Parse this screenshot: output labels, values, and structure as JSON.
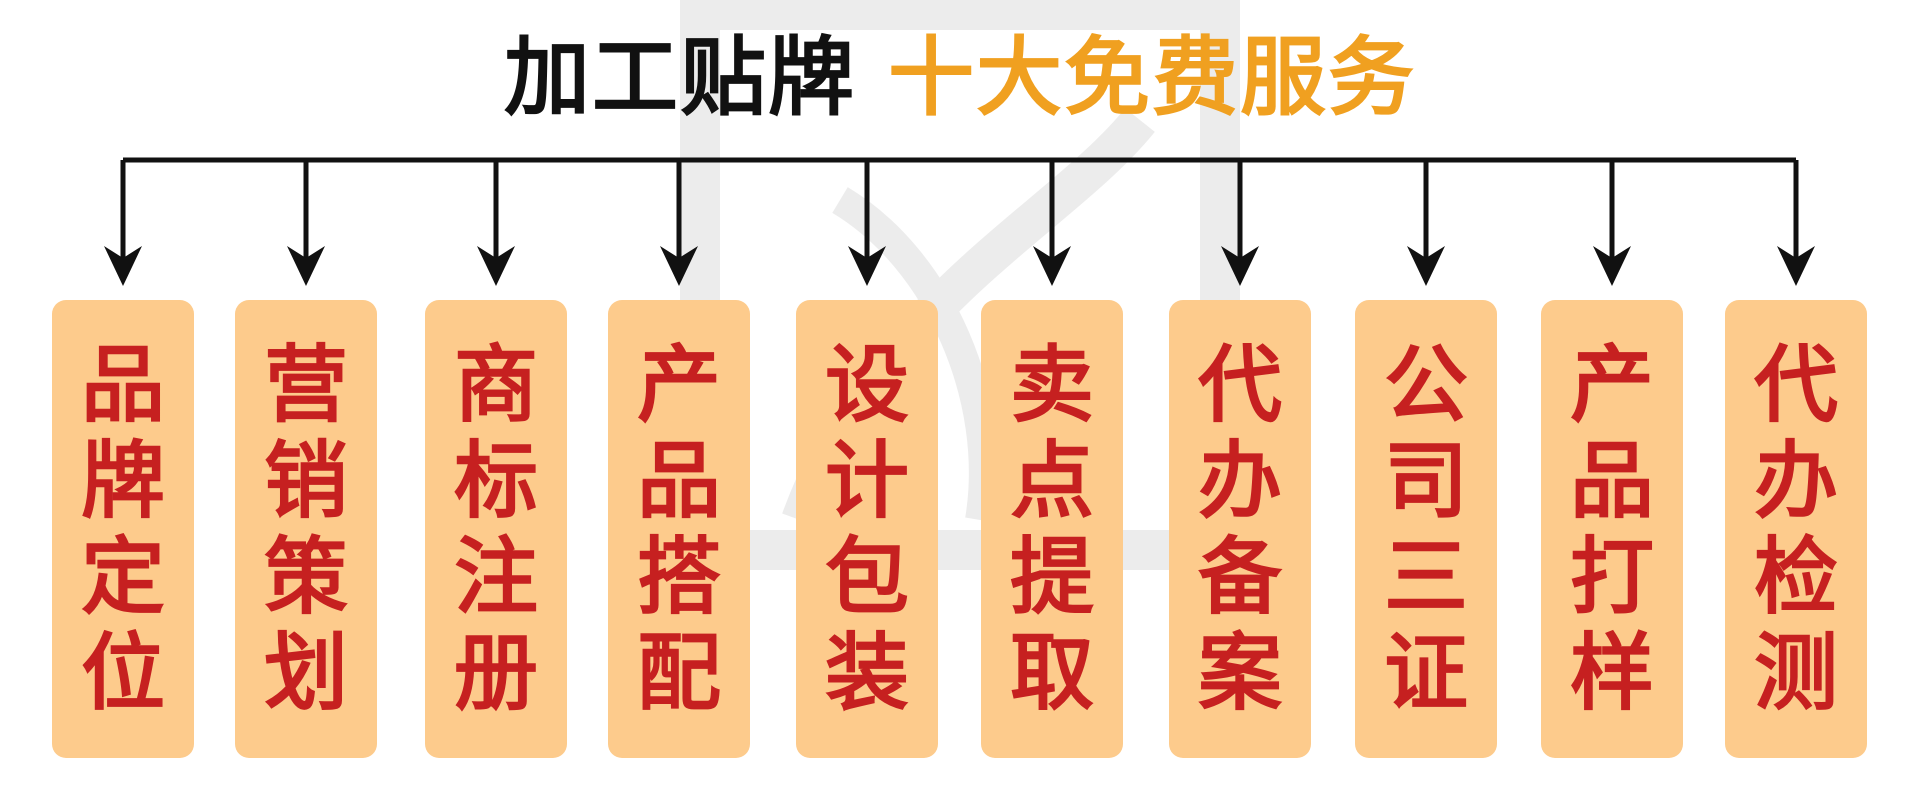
{
  "colors": {
    "accent": "#F0A020",
    "box_fill": "#FDCB8C",
    "text_red": "#C62020",
    "line": "#111111"
  },
  "title": {
    "part1": "加工贴牌",
    "part2": "十大免费服务"
  },
  "items": [
    {
      "glyphs": [
        "品",
        "牌",
        "定",
        "位"
      ]
    },
    {
      "glyphs": [
        "营",
        "销",
        "策",
        "划"
      ]
    },
    {
      "glyphs": [
        "商",
        "标",
        "注",
        "册"
      ]
    },
    {
      "glyphs": [
        "产",
        "品",
        "搭",
        "配"
      ]
    },
    {
      "glyphs": [
        "设",
        "计",
        "包",
        "装"
      ]
    },
    {
      "glyphs": [
        "卖",
        "点",
        "提",
        "取"
      ]
    },
    {
      "glyphs": [
        "代",
        "办",
        "备",
        "案"
      ]
    },
    {
      "glyphs": [
        "公",
        "司",
        "三",
        "证"
      ]
    },
    {
      "glyphs": [
        "产",
        "品",
        "打",
        "样"
      ]
    },
    {
      "glyphs": [
        "代",
        "办",
        "检",
        "测"
      ]
    }
  ]
}
